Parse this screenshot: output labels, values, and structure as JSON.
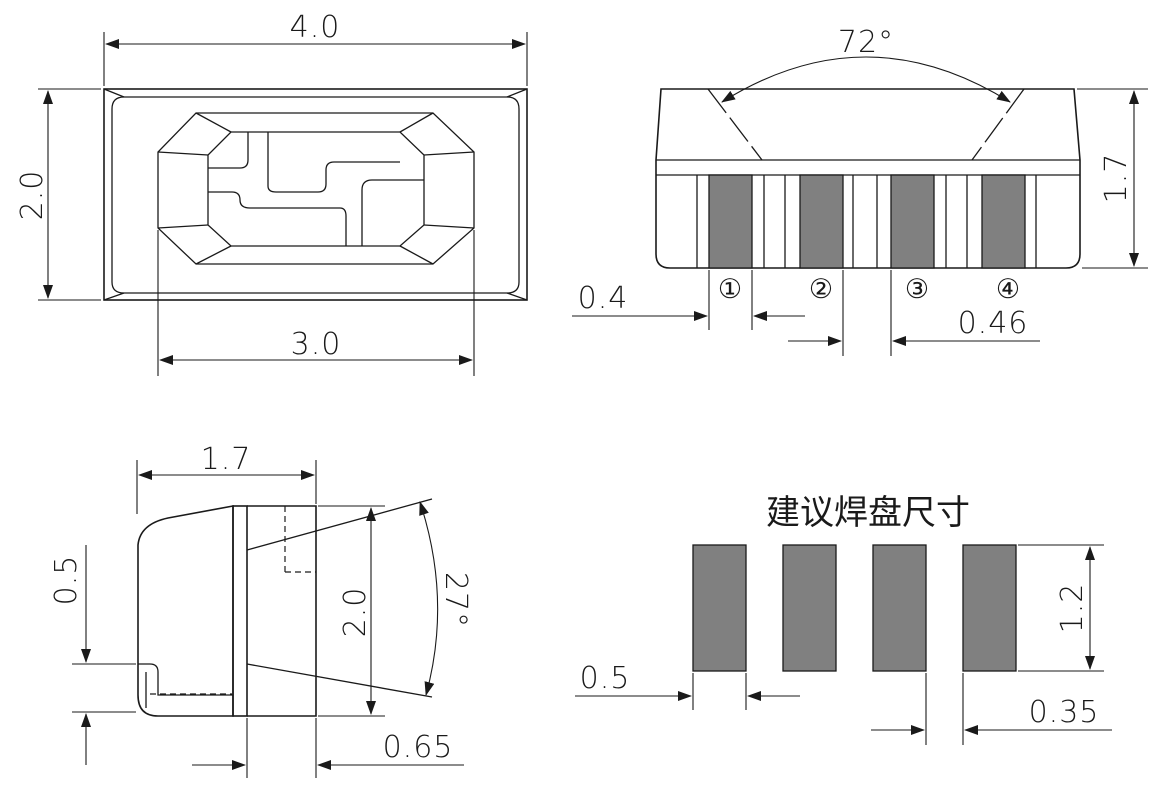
{
  "top_view": {
    "width_dim": "4.0",
    "height_dim": "2.0",
    "inner_width_dim": "3.0"
  },
  "front_view": {
    "angle_dim": "72°",
    "height_dim": "1.7",
    "pin_width_dim": "0.4",
    "pin_pitch_dim": "0.46",
    "pins": [
      "①",
      "②",
      "③",
      "④"
    ]
  },
  "side_view": {
    "depth_dim": "1.7",
    "lead_height_dim": "0.5",
    "lens_height_dim": "2.0",
    "angle_dim": "27°",
    "offset_dim": "0.65"
  },
  "footprint": {
    "title": "建议焊盘尺寸",
    "pad_height_dim": "1.2",
    "pad_width_dim": "0.5",
    "pad_gap_dim": "0.35",
    "pad_color": "#808080"
  }
}
